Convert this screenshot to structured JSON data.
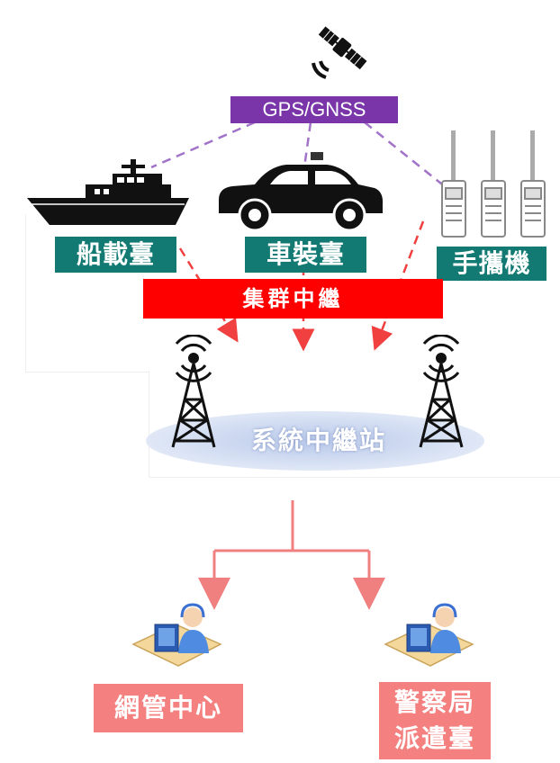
{
  "diagram": {
    "satellite_label": "GPS/GNSS",
    "terminals": [
      {
        "label": "船載臺",
        "icon": "boat-icon"
      },
      {
        "label": "車裝臺",
        "icon": "car-icon"
      },
      {
        "label": "手攜機",
        "icon": "handheld-radio-icon"
      }
    ],
    "trunk_label": "集群中繼",
    "station_label": "系統中繼站",
    "endpoints": [
      {
        "label": "網管中心",
        "icon": "operator-workstation-icon"
      },
      {
        "label_line1": "警察局",
        "label_line2": "派遣臺",
        "icon": "operator-workstation-icon"
      }
    ],
    "colors": {
      "gps_label_bg": "#7a35a8",
      "terminal_label_bg": "#127a73",
      "trunk_bg": "#ff0000",
      "endpoint_label_bg": "#f48080",
      "dashed_link": "#a173c9",
      "red_arrow": "#f04040",
      "connector": "#f08080"
    }
  }
}
